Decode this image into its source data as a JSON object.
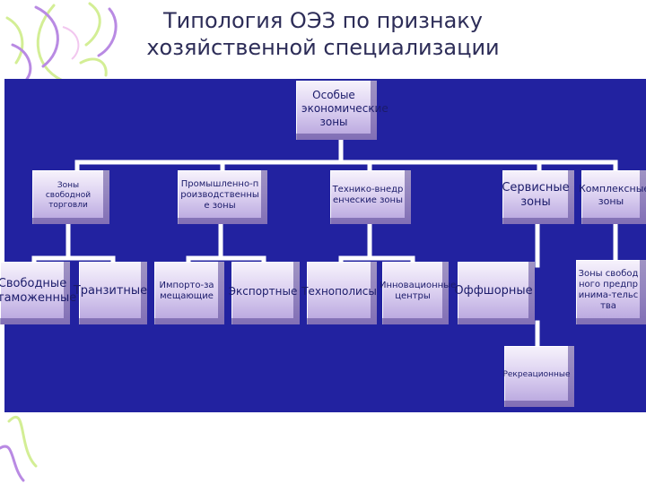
{
  "slide": {
    "title_line1": "Типология ОЭЗ по признаку",
    "title_line2": "хозяйственной специализации"
  },
  "diagram": {
    "root": "Особые экономические зоны",
    "free_trade": "Зоны свободной торговли",
    "industrial": "Промышленно-производственные зоны",
    "tech": "Технико-внедренческие зоны",
    "service": "Сервисные зоны",
    "complex": "Комплексные зоны",
    "free_customs": "Свободные таможенные",
    "transit": "Транзитные",
    "import_sub": "Импорто-замещающие",
    "export": "Экспортные",
    "technopolis": "Технополисы",
    "innovation": "Инновационные центры",
    "offshore": "Оффшорные",
    "free_enterprise": "Зоны свободного предпринима-тельства",
    "recreation": "Рекреационные"
  },
  "colors": {
    "panel": "#2222a0",
    "connector": "#ffffff",
    "title": "#2d2d58"
  }
}
